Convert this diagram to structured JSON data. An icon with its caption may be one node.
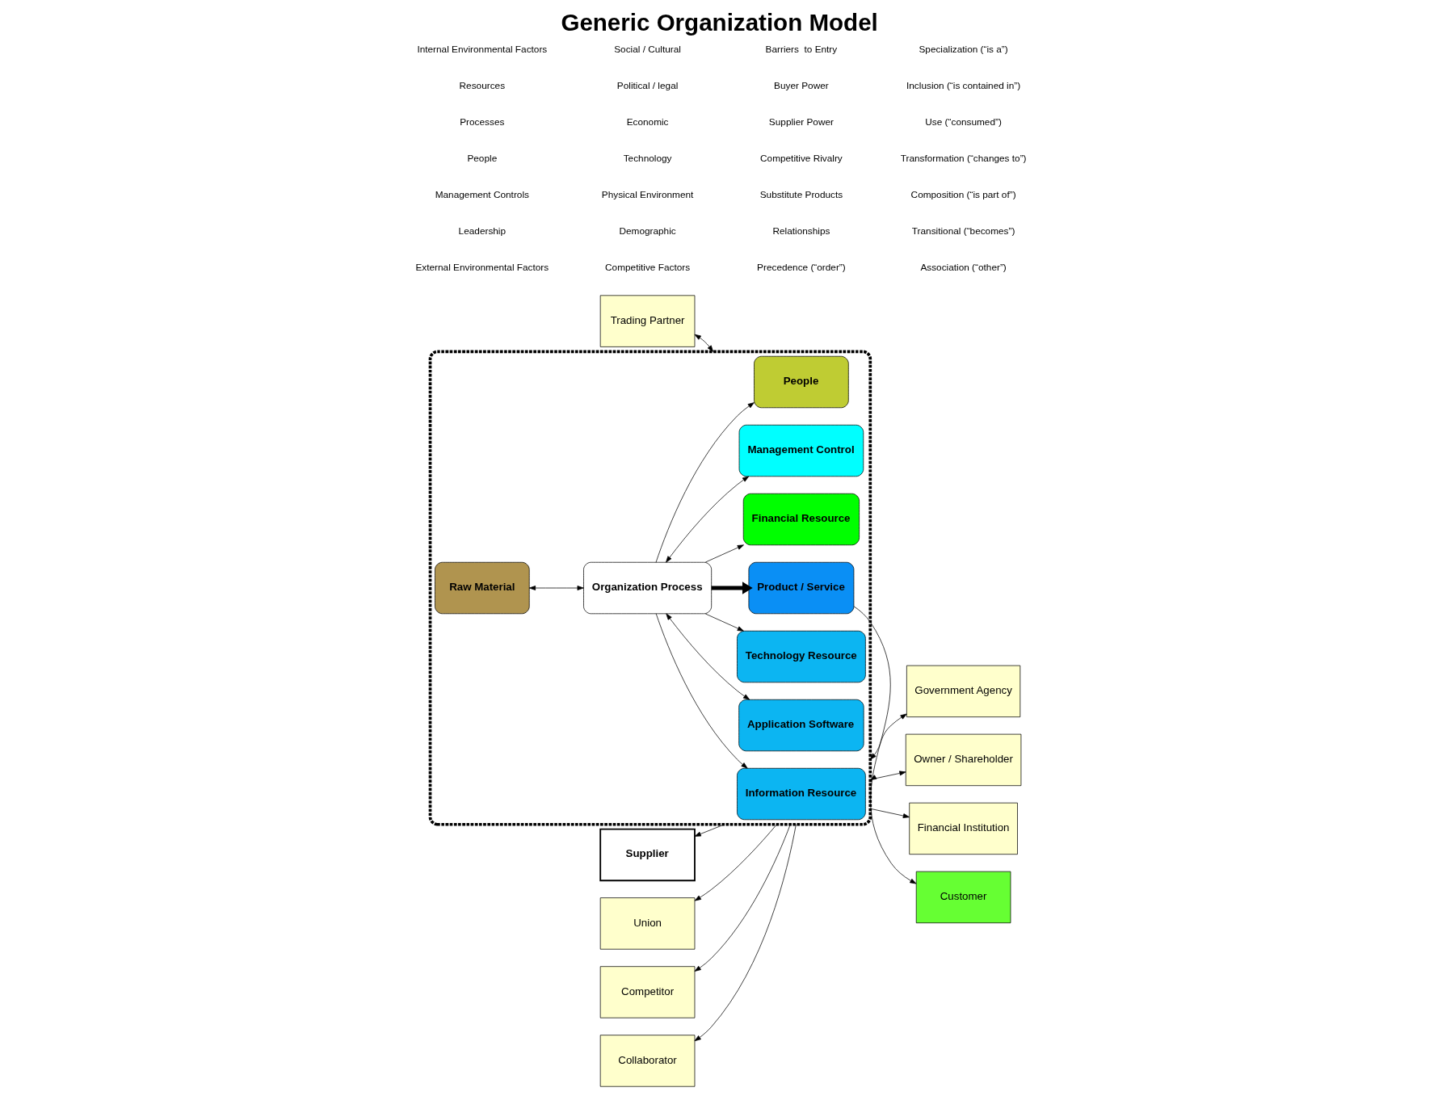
{
  "diagram": {
    "title": "Generic Organization Model",
    "nodes": [
      {
        "text": [
          "Trading Partner"
        ]
      },
      {
        "text": [
          "Government Agency"
        ]
      },
      {
        "text": [],
        "shape": "box"
      },
      {
        "text": [
          "Information Resource"
        ],
        "in": 2
      },
      {
        "text": [
          "Application Software"
        ],
        "in": 2
      },
      {
        "text": [
          "Technology Resource"
        ],
        "in": 2
      },
      {
        "text": [
          "Supplier"
        ]
      },
      {
        "text": [
          "Owner / Shareholder"
        ]
      },
      {
        "text": [
          "Raw Material"
        ],
        "in": 2
      },
      {
        "text": [
          "Organization Process"
        ],
        "in": 2
      },
      {
        "text": [
          "Product / Service"
        ],
        "in": 2
      },
      {
        "text": [
          "Union"
        ]
      },
      {
        "text": [
          "Customer"
        ]
      },
      {
        "text": [
          "Financial Resource"
        ],
        "in": 2
      },
      {
        "text": [
          "Management Control"
        ],
        "in": 2
      },
      {
        "text": [
          "People"
        ],
        "in": 2
      },
      {
        "text": [
          "Competitor"
        ]
      },
      {
        "text": [
          "Financial Institution"
        ]
      },
      {
        "text": [
          "Collaborator"
        ]
      }
    ],
    "edges": [
      {
        "from": 2,
        "to": 0,
        "arrow": "both"
      },
      {
        "from": 2,
        "to": 1,
        "arrow": "both"
      },
      {
        "from": 2,
        "to": 6,
        "arrow": "to"
      },
      {
        "from": 2,
        "to": 7,
        "arrow": "both"
      },
      {
        "from": 2,
        "to": 11,
        "arrow": "to"
      },
      {
        "from": 10,
        "to": 12,
        "arrow": "to"
      },
      {
        "from": 2,
        "to": 16,
        "arrow": "to"
      },
      {
        "from": 2,
        "to": 17,
        "arrow": "to"
      },
      {
        "from": 2,
        "to": 18,
        "arrow": "to"
      },
      {
        "from": 9,
        "to": 8,
        "arrow": "both"
      },
      {
        "from": 9,
        "to": 3,
        "arrow": "to"
      },
      {
        "from": 9,
        "to": 4,
        "arrow": "both"
      },
      {
        "from": 9,
        "to": 5,
        "arrow": "to"
      },
      {
        "from": 9,
        "to": 10,
        "arrow": "to",
        "style": "thick"
      },
      {
        "from": 9,
        "to": 14,
        "arrow": "both"
      },
      {
        "from": 9,
        "to": 13,
        "arrow": "to"
      },
      {
        "from": 9,
        "to": 15,
        "arrow": "to"
      }
    ],
    "labels": [
      "Internal Environmental Factors",
      "Resources",
      "Processes",
      "People",
      "Management Controls",
      "Leadership",
      "External Environmental Factors",
      "Social / Cultural",
      "Political / legal",
      "Economic",
      "Technology",
      "Physical Environment",
      "Demographic",
      "Competitive Factors",
      "Barriers  to Entry",
      "Buyer Power",
      "Supplier Power",
      "Competitive Rivalry",
      "Substitute Products",
      "Relationships",
      "Precedence (“order”)",
      "Specialization (“is a”)",
      "Inclusion (“is contained in”)",
      "Use (“consumed”)",
      "Transformation (“changes to”)",
      "Composition (“is part of”)",
      "Transitional (“becomes”)",
      "Association (“other”)"
    ]
  }
}
